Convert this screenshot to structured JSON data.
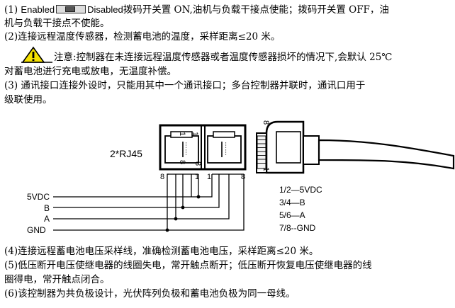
{
  "p1": {
    "prefix": "(1) ",
    "enabled": "Enabled",
    "disabled": "Disabled",
    "line1_rest": "拨码开关置 ON,油机与负载干接点使能；拨码开关置 OFF，油",
    "line2": "机与负载干接点不使能。"
  },
  "p2": "(2)连接远程温度传感器，检测蓄电池的温度，采样距离≤20 米。",
  "note": {
    "line1": "注意:控制器在未连接远程温度传感器或者温度传感器损坏的情况下,会默认 25℃",
    "line2": "对蓄电池进行充电或放电，无温度补偿。"
  },
  "p3": {
    "line1": "(3)  通讯接口连接外设时，只能用其中一个通讯接口；多台控制器并联时，通讯口用于",
    "line2": "级联使用。"
  },
  "diagram": {
    "rj45_label": "2*RJ45",
    "pin_1": "1",
    "pin_8": "8",
    "dots": "……",
    "signals": [
      "5VDC",
      "B",
      "A",
      "GND"
    ],
    "pinout": [
      "1/2—5VDC",
      "3/4—B",
      "5/6—A",
      "7/8--GND"
    ]
  },
  "p4": "(4)连接远程蓄电池电压采样线，准确检测蓄电池电压，采样距离≤20 米。",
  "p5": {
    "line1": "(5)低压断开电压使继电器的线圈失电，常开触点断开；低压断开恢复电压使继电器的线",
    "line2": "圈得电，常开触点闭合。"
  },
  "p6": "(6)该控制器为共负极设计，光伏阵列负极和蓄电池负极为同一母线。"
}
